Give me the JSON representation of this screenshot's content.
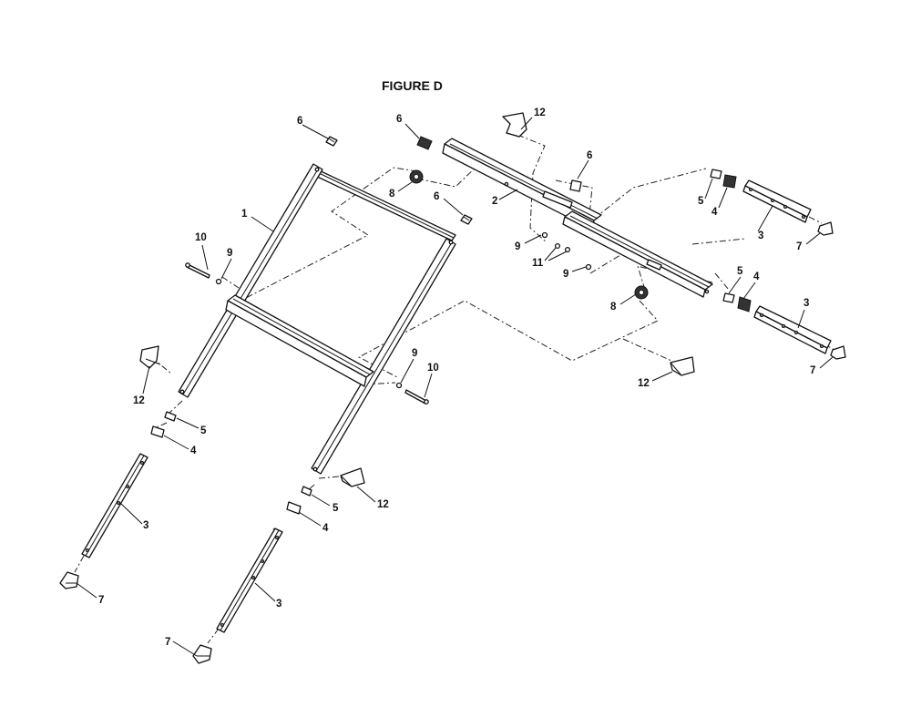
{
  "figure": {
    "title": "FIGURE D"
  },
  "callouts": {
    "c1": "1",
    "c2": "2",
    "c3": "3",
    "c4": "4",
    "c5": "5",
    "c6": "6",
    "c7": "7",
    "c8": "8",
    "c9": "9",
    "c10": "10",
    "c11": "11",
    "c12": "12"
  }
}
